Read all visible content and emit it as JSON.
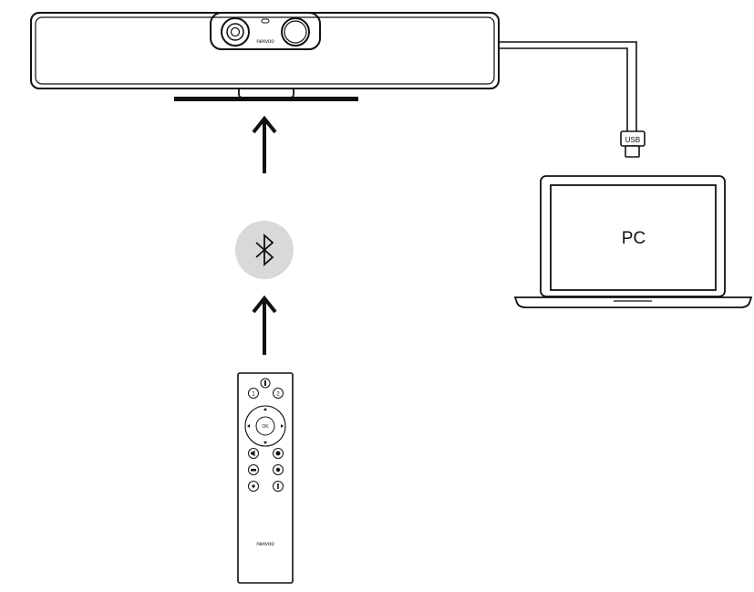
{
  "camera": {
    "brand": "nexvoo"
  },
  "cable": {
    "connector_label": "USB"
  },
  "laptop": {
    "screen_label": "PC"
  },
  "bluetooth": {
    "icon": "bluetooth-icon",
    "badge_color": "#d9d9d9"
  },
  "remote": {
    "brand": "nexvoo",
    "buttons": {
      "top": "",
      "one": "1",
      "two": "2",
      "ok": "OK"
    }
  },
  "colors": {
    "line": "#111111",
    "badge": "#d9d9d9"
  }
}
